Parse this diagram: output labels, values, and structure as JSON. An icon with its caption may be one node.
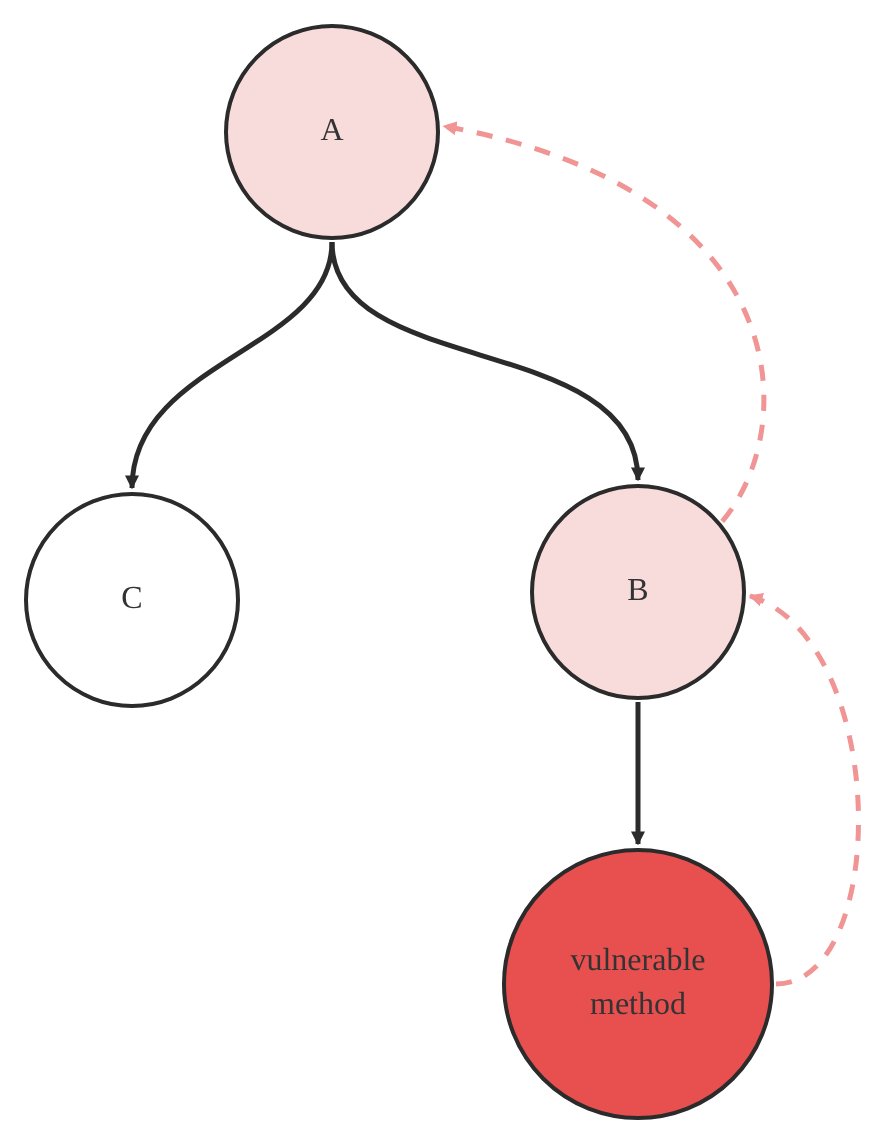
{
  "diagram": {
    "nodes": [
      {
        "text": [
          "A"
        ]
      },
      {
        "text": [
          "C"
        ]
      },
      {
        "text": [
          "B"
        ]
      },
      {
        "text": [
          "vulnerable method"
        ]
      }
    ],
    "edges": [
      {
        "from": 0,
        "to": 1,
        "arrow": "to"
      },
      {
        "from": 0,
        "to": 2,
        "arrow": "to"
      },
      {
        "from": 2,
        "to": 3,
        "arrow": "to"
      },
      {
        "from": 2,
        "to": 0,
        "arrow": "to",
        "style": "dashed",
        "color": "#f09494"
      },
      {
        "from": 3,
        "to": 2,
        "arrow": "to",
        "style": "dashed",
        "color": "#f09494"
      }
    ]
  }
}
